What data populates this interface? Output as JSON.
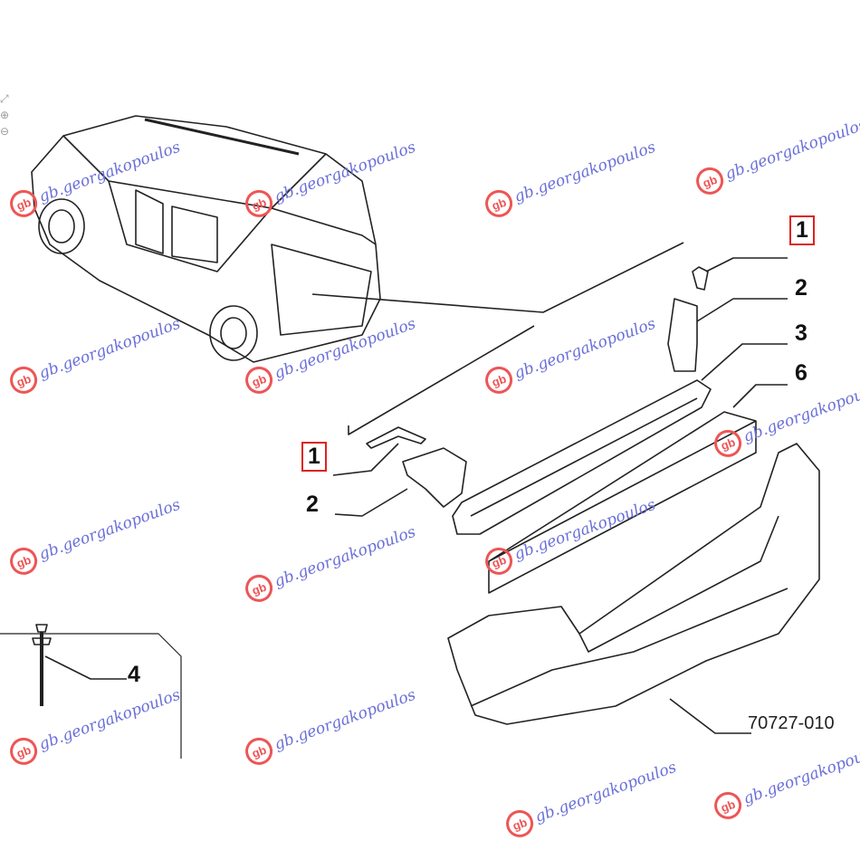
{
  "labels": {
    "top_1": "1",
    "top_2": "2",
    "top_3": "3",
    "top_6": "6",
    "mid_1": "1",
    "mid_2": "2",
    "bolt_4": "4"
  },
  "diagram_code": "70727-010",
  "watermark": {
    "text": "gb.georgakopoulos",
    "logo": "gb-logo"
  },
  "viewer_tools": [
    "fit-icon",
    "zoom-in-icon",
    "zoom-out-icon"
  ],
  "colors": {
    "highlight_box": "#dd2222",
    "watermark_text": "#6a6fd8",
    "watermark_logo": "#ee5555"
  }
}
